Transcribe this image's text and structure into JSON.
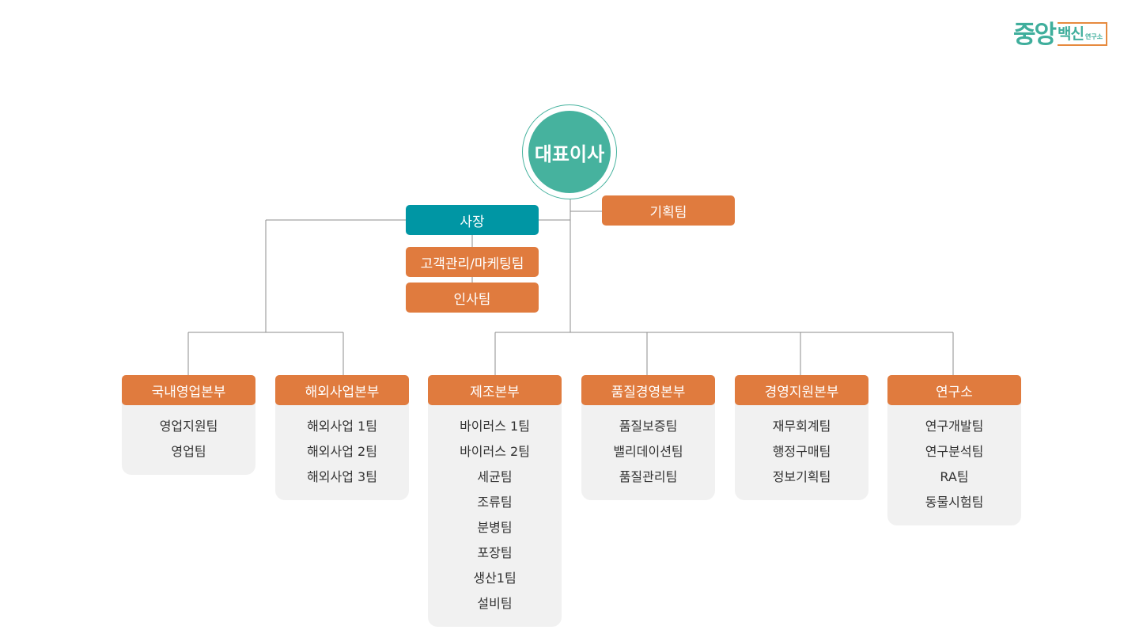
{
  "logo": {
    "main": "중앙",
    "sub": "백신",
    "small": "연구소"
  },
  "ceo": "대표이사",
  "president": "사장",
  "planning_team": "기획팀",
  "staff_teams": [
    "고객관리/마케팅팀",
    "인사팀"
  ],
  "colors": {
    "orange": "#e07b3e",
    "teal": "#0096a4",
    "ceo": "#46b29e",
    "panel": "#f1f1f1"
  },
  "divisions": [
    {
      "name": "국내영업본부",
      "teams": [
        "영업지원팀",
        "영업팀"
      ]
    },
    {
      "name": "해외사업본부",
      "teams": [
        "해외사업 1팀",
        "해외사업 2팀",
        "해외사업 3팀"
      ]
    },
    {
      "name": "제조본부",
      "teams": [
        "바이러스 1팀",
        "바이러스 2팀",
        "세균팀",
        "조류팀",
        "분병팀",
        "포장팀",
        "생산1팀",
        "설비팀"
      ]
    },
    {
      "name": "품질경영본부",
      "teams": [
        "품질보증팀",
        "밸리데이션팀",
        "품질관리팀"
      ]
    },
    {
      "name": "경영지원본부",
      "teams": [
        "재무회계팀",
        "행정구매팀",
        "정보기획팀"
      ]
    },
    {
      "name": "연구소",
      "teams": [
        "연구개발팀",
        "연구분석팀",
        "RA팀",
        "동물시험팀"
      ]
    }
  ]
}
